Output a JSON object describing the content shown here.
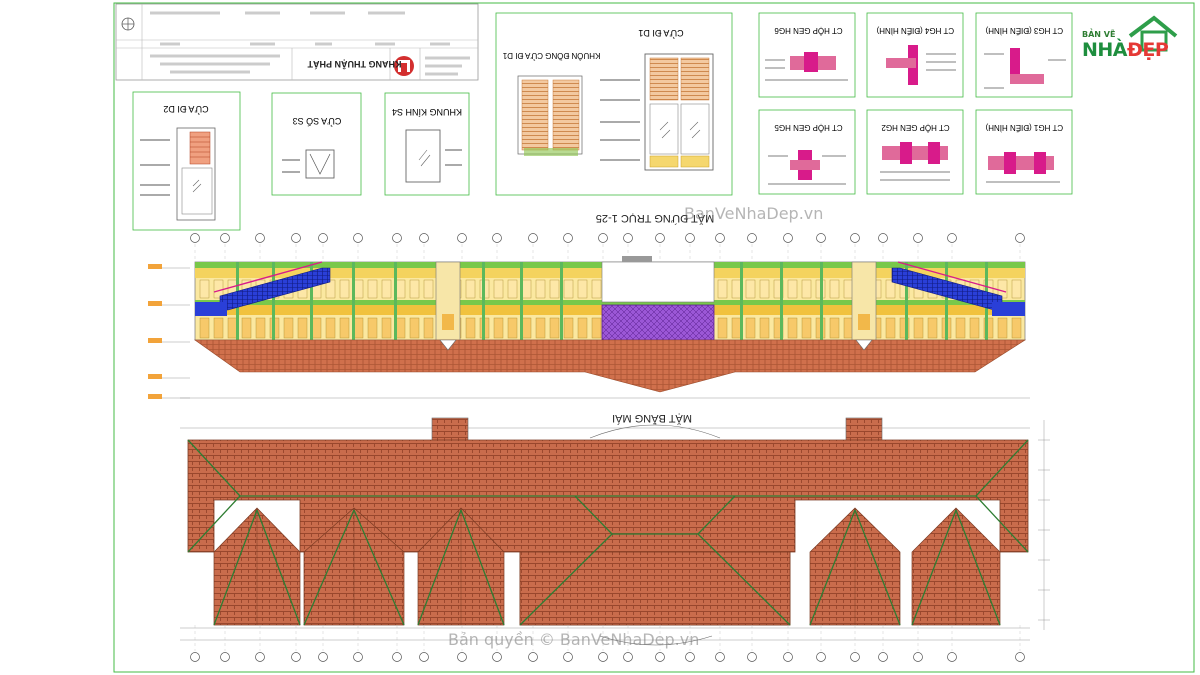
{
  "titles": {
    "facade": "MẶT ĐỨNG TRỤC 1-25",
    "roof_plan": "MẶT BẰNG MÁI",
    "door_d1": "CỬA ĐI D1",
    "door_frame_d1": "KHUÔN ĐỒNG CỬA ĐI D1",
    "door_d2": "CỬA ĐI D2",
    "window_s3": "CỬA SỔ S3",
    "glass_frame_s4": "KHUNG KÍNH S4",
    "detail_hg6": "CT HỘP GEN HG6",
    "detail_hg4": "CT HG4 (ĐIỂN HÌNH)",
    "detail_hg3": "CT HG3 (ĐIỂN HÌNH)",
    "detail_hg5": "CT HỘP GEN HG5",
    "detail_hg2": "CT HỘP GEN HG2",
    "detail_hg1": "CT HG1 (ĐIỂN HÌNH)"
  },
  "title_block": {
    "company": "KHANG THUẬN PHÁT"
  },
  "brand": {
    "top": "BẢN VẼ",
    "left": "NHÀ",
    "right": "ĐẸP"
  },
  "watermarks": {
    "site": "BanVeNhaDep.vn",
    "copyright": "Bản quyền © BanVeNhaDep.vn"
  },
  "colors": {
    "frame": "#33aa33",
    "roof_tile": "#c86a4a",
    "wall_yellow": "#f2d34b",
    "stair_blue": "#2233cc",
    "glass_purple": "#8a3fc9",
    "ridge_green": "#2e7d32",
    "brace_magenta": "#d81b8a"
  }
}
